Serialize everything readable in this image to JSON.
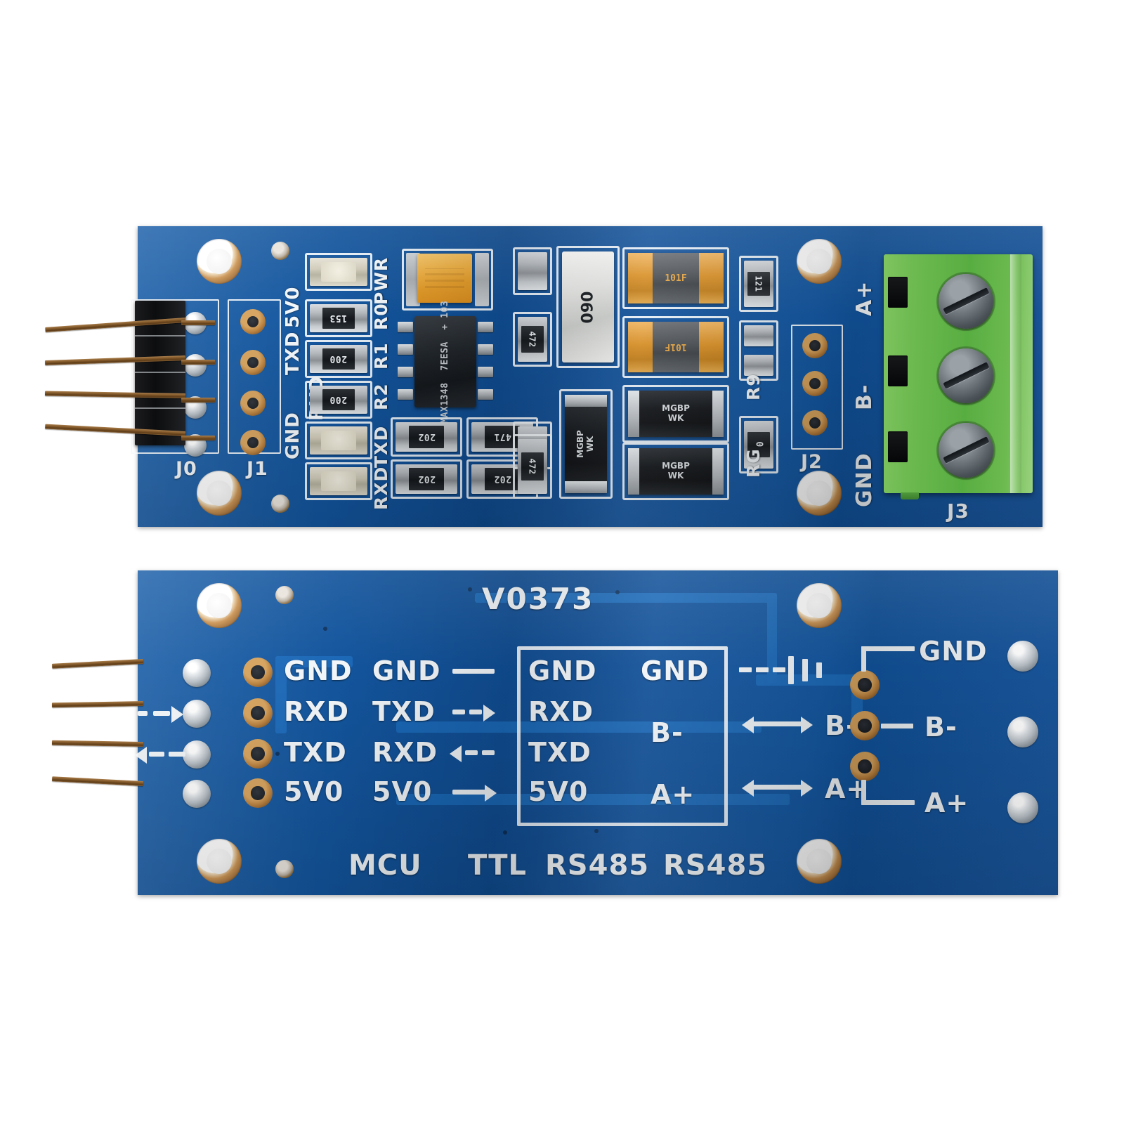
{
  "image": {
    "subject": "RS485 to TTL / MAX485 serial converter module",
    "view": "two boards shown: component side (top) and solder side (bottom)",
    "background_color": "#ffffff",
    "pcb_color": "#0f4d94",
    "silkscreen_color": "#f2f6f9",
    "terminal_block_color": "#6bb94f",
    "copper_color": "#b97f3b"
  },
  "top_board": {
    "connectors": {
      "j0_label": "J0",
      "j1_label": "J1",
      "j2_label": "J2",
      "j3_label": "J3"
    },
    "pin_labels_j1": [
      "5V0",
      "TXD",
      "RXD",
      "GND"
    ],
    "terminal_labels_j3": [
      "A+",
      "B-",
      "GND"
    ],
    "designators": [
      "PWR",
      "R0",
      "R1",
      "R2",
      "TXD",
      "RXD",
      "R9",
      "RG"
    ],
    "ic": {
      "line1": "MAX1348",
      "line2": "7EESA",
      "line3": "+ 103"
    },
    "components": {
      "resistor_codes": [
        "153",
        "200",
        "200",
        "202",
        "471",
        "202",
        "202",
        "472",
        "472",
        "121",
        "0"
      ],
      "fuse_code": "101F",
      "diode_line1": "MGBP",
      "diode_line2": "WK",
      "inductor_code": "090",
      "tantalum_cap": "orange tantalum capacitor"
    }
  },
  "bottom_board": {
    "board_revision": "V0373",
    "pin_names": [
      "GND",
      "RXD",
      "TXD",
      "5V0"
    ],
    "ttl_names": [
      "GND",
      "TXD",
      "RXD",
      "5V0"
    ],
    "ttl_arrows": [
      "line",
      "right",
      "left",
      "right"
    ],
    "box_left_names": [
      "GND",
      "RXD",
      "TXD",
      "5V0"
    ],
    "box_right_names": [
      "GND",
      "B-",
      "A+"
    ],
    "rs485_names": [
      "B-",
      "A+"
    ],
    "right_pad_names": [
      "GND",
      "B-",
      "A+"
    ],
    "section_labels": [
      "MCU",
      "TTL",
      "RS485",
      "RS485"
    ],
    "mcu_arrow_hints": [
      "right",
      "left"
    ]
  }
}
